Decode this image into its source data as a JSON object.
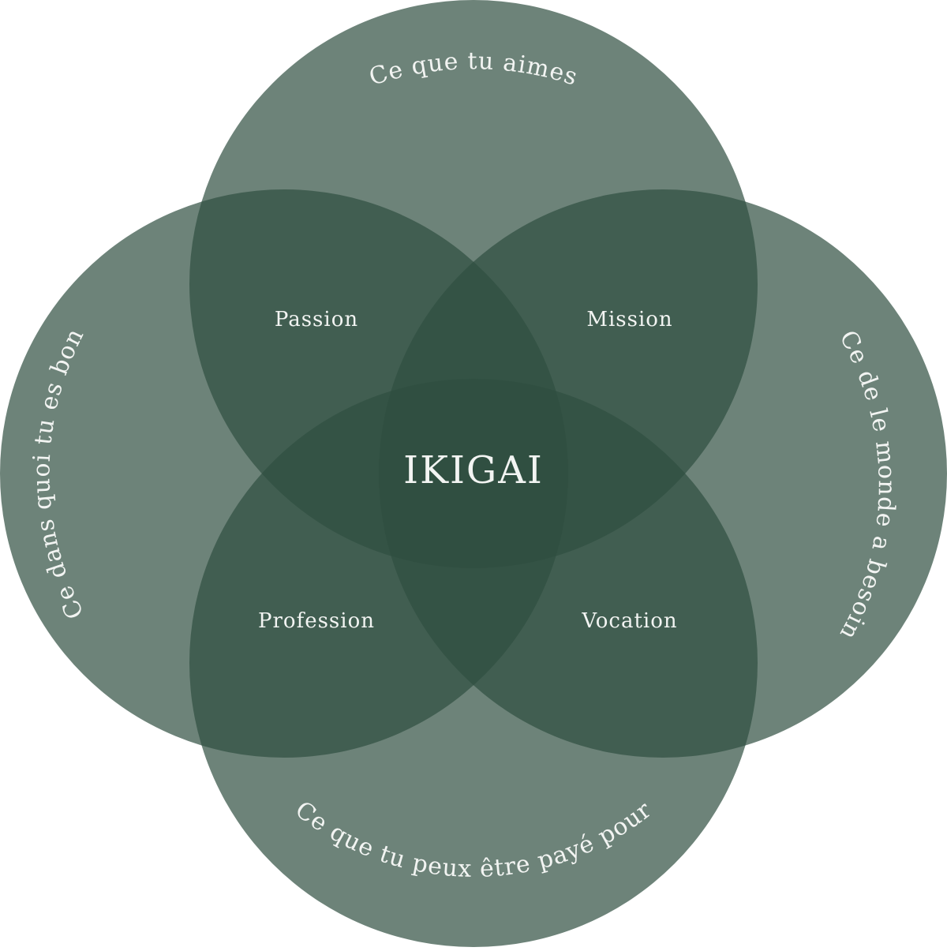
{
  "colors": {
    "circle_fill": "#2f4f40",
    "text": "#f2f4f2",
    "background": "#ffffff"
  },
  "diagram": {
    "center_label": "IKIGAI",
    "regions": {
      "passion": "Passion",
      "mission": "Mission",
      "profession": "Profession",
      "vocation": "Vocation"
    },
    "circles": {
      "top": "Ce que tu aimes",
      "left": "Ce dans quoi tu es bon",
      "right": "Ce de le monde a besoin",
      "bottom": "Ce que tu peux être payé pour"
    }
  }
}
